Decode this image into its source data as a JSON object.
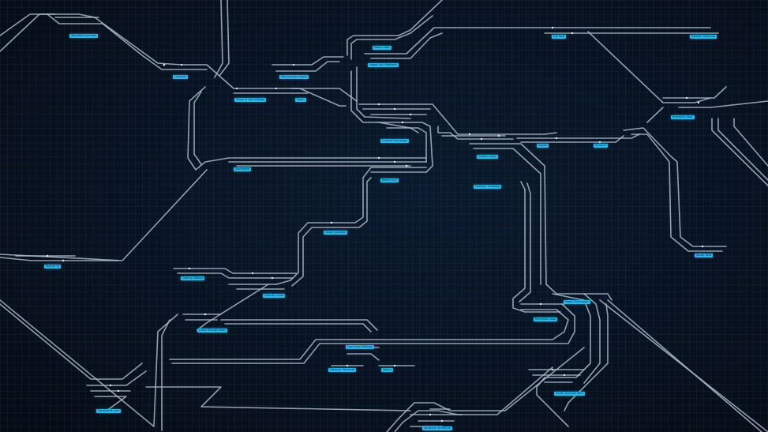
{
  "theme": {
    "background": "#07111e",
    "track": "#aab8c8",
    "station_label_bg": "#2fb6ea",
    "signal": "#e8eef5"
  },
  "stations": [
    {
      "id": "st1",
      "label": "Westfield Junction"
    },
    {
      "id": "st2",
      "label": "Linkside"
    },
    {
      "id": "st3",
      "label": "Mid Junction North"
    },
    {
      "id": "st4",
      "label": "Thorn & Ash Sidings"
    },
    {
      "id": "st5",
      "label": "Basin"
    },
    {
      "id": "st6",
      "label": "North Gate"
    },
    {
      "id": "st7",
      "label": "Upper Ash Platform"
    },
    {
      "id": "st8",
      "label": "HQ Yard"
    },
    {
      "id": "st9",
      "label": "Eastern Terminal"
    },
    {
      "id": "st10",
      "label": "Central Exchange"
    },
    {
      "id": "st11",
      "label": "Riverside East"
    },
    {
      "id": "st12",
      "label": "Station Loop"
    },
    {
      "id": "st13",
      "label": "Docks"
    },
    {
      "id": "st14",
      "label": "Summit"
    },
    {
      "id": "st15",
      "label": "Northgate"
    },
    {
      "id": "st16",
      "label": "Relief Line"
    },
    {
      "id": "st17",
      "label": "Harbour Crossing"
    },
    {
      "id": "st18",
      "label": "Union Junction"
    },
    {
      "id": "st19",
      "label": "South Yard"
    },
    {
      "id": "st20",
      "label": "Market St"
    },
    {
      "id": "st21",
      "label": "Quarry Sidings"
    },
    {
      "id": "st22",
      "label": "Foundry Lane"
    },
    {
      "id": "st23",
      "label": "Depot Exchange"
    },
    {
      "id": "st24",
      "label": "Riverside Loop"
    },
    {
      "id": "st25",
      "label": "Cross Sidings West"
    },
    {
      "id": "st26",
      "label": "Low Level Sidings"
    },
    {
      "id": "st27",
      "label": "Harbour Terminal"
    },
    {
      "id": "st28",
      "label": "Valley"
    },
    {
      "id": "st29",
      "label": "South Junction Yard"
    },
    {
      "id": "st30",
      "label": "Docklands Line"
    },
    {
      "id": "st31",
      "label": "Southern Terminus"
    }
  ]
}
